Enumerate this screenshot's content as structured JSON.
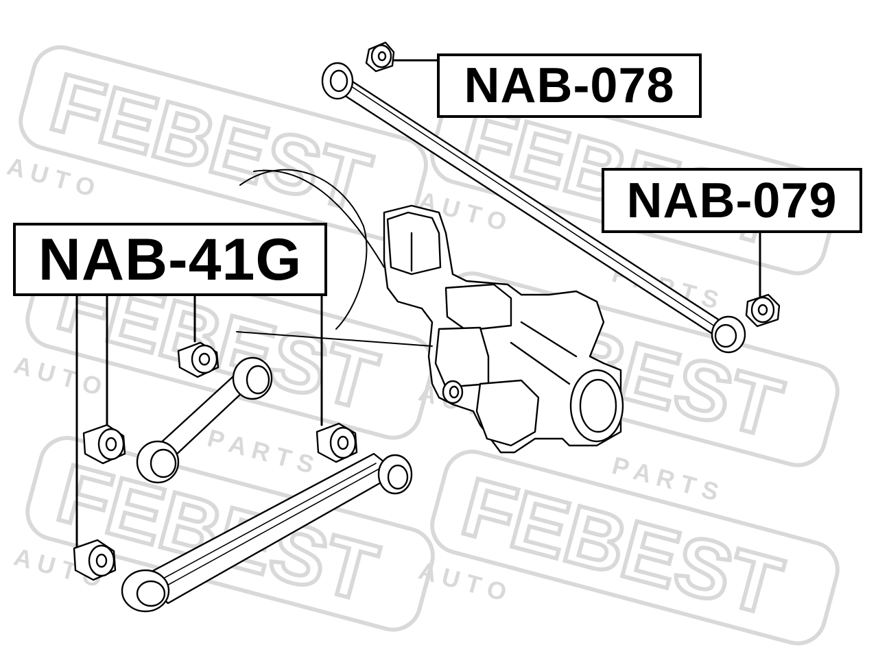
{
  "watermark": {
    "brand": "FEBEST",
    "sub_1": "A U T O",
    "sub_2": "P A R T S",
    "color": "#d9d9d9"
  },
  "labels": {
    "nab_078": "NAB-078",
    "nab_079": "NAB-079",
    "nab_41g": "NAB-41G"
  },
  "colors": {
    "ink": "#000000",
    "paper": "#ffffff"
  }
}
